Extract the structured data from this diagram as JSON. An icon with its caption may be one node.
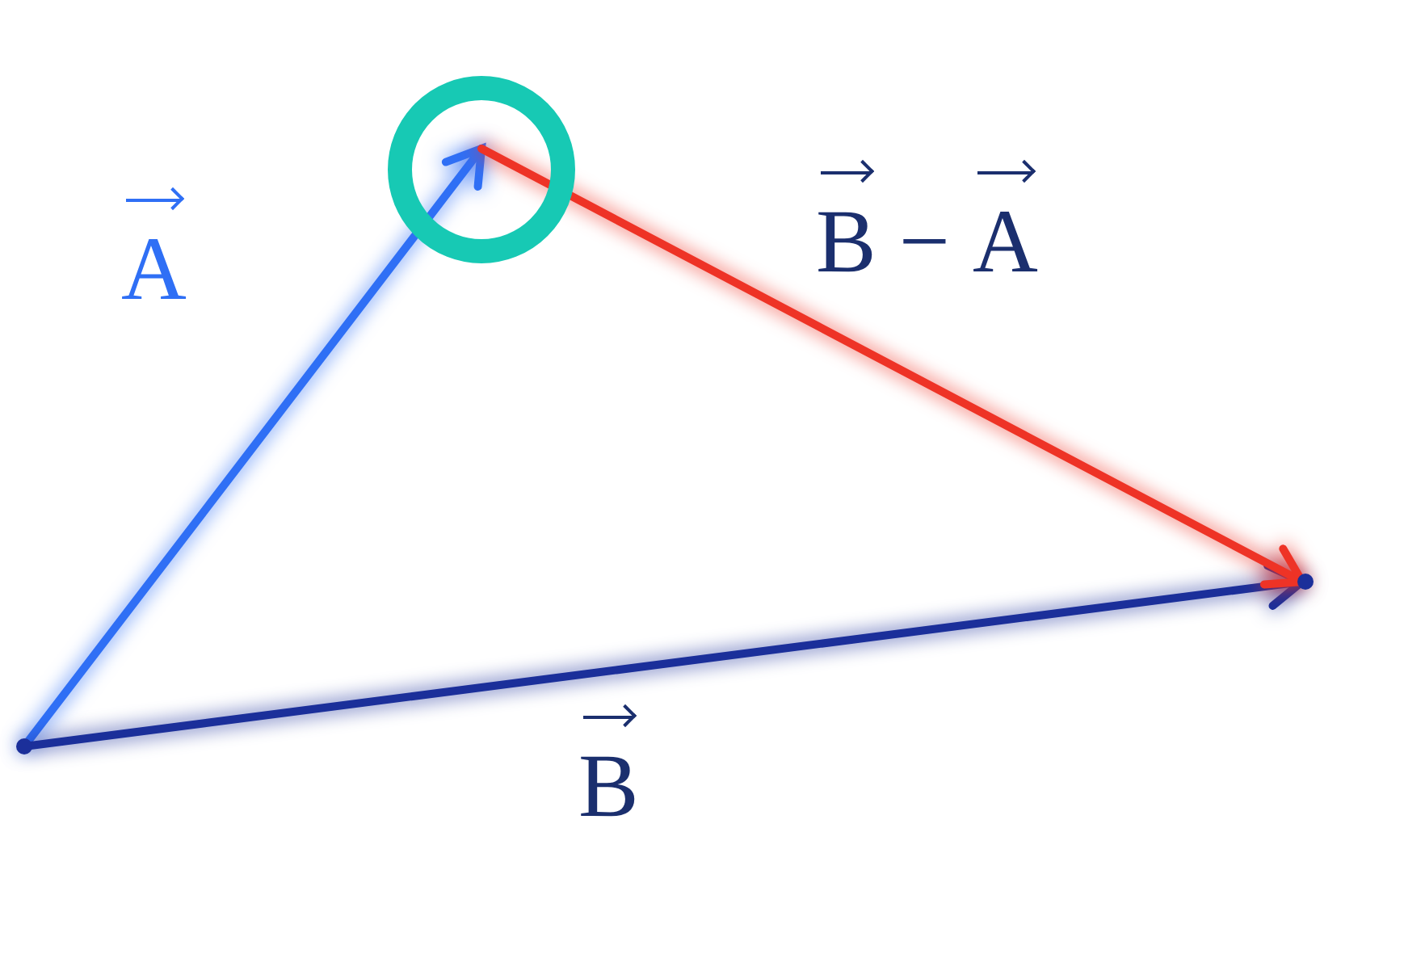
{
  "diagram": {
    "nodes": [
      {
        "text": [],
        "shape": "point"
      },
      {
        "text": [],
        "shape": "circle"
      },
      {
        "text": [],
        "shape": "point"
      }
    ],
    "edges": [
      {
        "from": 0,
        "to": 1,
        "arrow": "to",
        "label": "A",
        "color": "#2f6ff5"
      },
      {
        "from": 0,
        "to": 2,
        "arrow": "to",
        "label": "B",
        "color": "#1b2f9a"
      },
      {
        "from": 1,
        "to": 2,
        "arrow": "to",
        "label": "B − A",
        "color": "#ee3326"
      }
    ]
  }
}
